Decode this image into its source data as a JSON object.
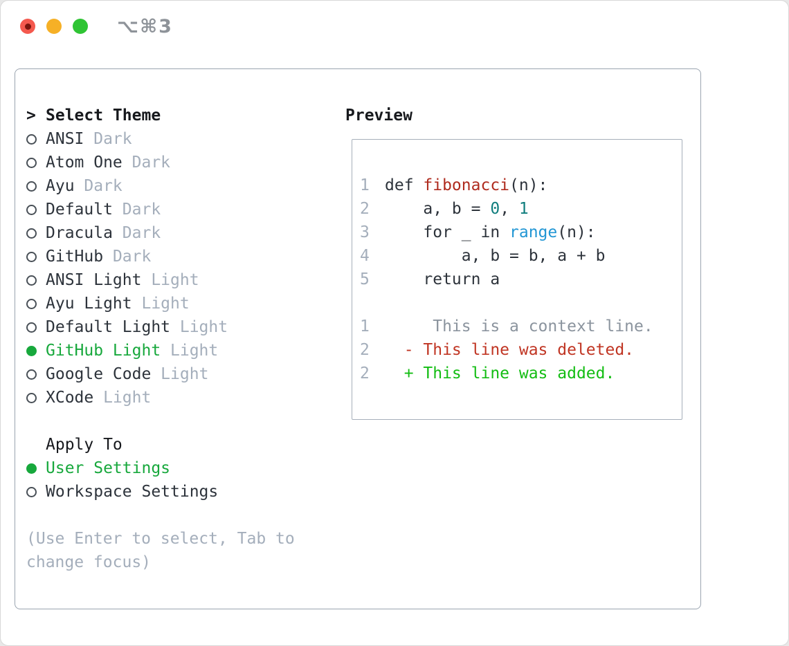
{
  "window": {
    "title": "⌥⌘3",
    "traffic_lights": [
      "close",
      "minimize",
      "zoom"
    ]
  },
  "colors": {
    "text-dark": "#2d333b",
    "header-black": "#17191d",
    "muted": "#a4aebb",
    "line-number": "#a4aebb",
    "context-gray": "#8b949e",
    "accent-green": "#17a83c",
    "added-green": "#13bd13",
    "deleted-red": "#c03523",
    "function-red": "#af2b1e",
    "number-teal": "#0f7d7d",
    "builtin-blue": "#2196d4",
    "panel-border": "#9aa4b0",
    "box-border": "#a6afba"
  },
  "theme_picker": {
    "cursor": ">",
    "header": "Select Theme",
    "themes": [
      {
        "name": "ANSI",
        "variant": "Dark",
        "selected": false
      },
      {
        "name": "Atom One",
        "variant": "Dark",
        "selected": false
      },
      {
        "name": "Ayu",
        "variant": "Dark",
        "selected": false
      },
      {
        "name": "Default",
        "variant": "Dark",
        "selected": false
      },
      {
        "name": "Dracula",
        "variant": "Dark",
        "selected": false
      },
      {
        "name": "GitHub",
        "variant": "Dark",
        "selected": false
      },
      {
        "name": "ANSI Light",
        "variant": "Light",
        "selected": false
      },
      {
        "name": "Ayu Light",
        "variant": "Light",
        "selected": false
      },
      {
        "name": "Default Light",
        "variant": "Light",
        "selected": false
      },
      {
        "name": "GitHub Light",
        "variant": "Light",
        "selected": true
      },
      {
        "name": "Google Code",
        "variant": "Light",
        "selected": false
      },
      {
        "name": "XCode",
        "variant": "Light",
        "selected": false
      }
    ],
    "apply_to": {
      "header": "Apply To",
      "options": [
        {
          "name": "User Settings",
          "selected": true
        },
        {
          "name": "Workspace Settings",
          "selected": false
        }
      ]
    },
    "hint": "(Use Enter to select, Tab to change focus)"
  },
  "preview": {
    "header": "Preview",
    "code_lines": [
      {
        "num": "1",
        "segments": [
          {
            "t": "def ",
            "s": "plain"
          },
          {
            "t": "fibonacci",
            "s": "function"
          },
          {
            "t": "(n):",
            "s": "plain"
          }
        ]
      },
      {
        "num": "2",
        "segments": [
          {
            "t": "    a, b = ",
            "s": "plain"
          },
          {
            "t": "0",
            "s": "number"
          },
          {
            "t": ", ",
            "s": "plain"
          },
          {
            "t": "1",
            "s": "number"
          }
        ]
      },
      {
        "num": "3",
        "segments": [
          {
            "t": "    for _ in ",
            "s": "plain"
          },
          {
            "t": "range",
            "s": "builtin"
          },
          {
            "t": "(n):",
            "s": "plain"
          }
        ]
      },
      {
        "num": "4",
        "segments": [
          {
            "t": "        a, b = b, a + b",
            "s": "plain"
          }
        ]
      },
      {
        "num": "5",
        "segments": [
          {
            "t": "    return a",
            "s": "plain"
          }
        ]
      }
    ],
    "diff_lines": [
      {
        "num": "1",
        "kind": "context",
        "text": "     This is a context line."
      },
      {
        "num": "2",
        "kind": "deleted",
        "text": "  - This line was deleted."
      },
      {
        "num": "2",
        "kind": "added",
        "text": "  + This line was added."
      }
    ]
  }
}
